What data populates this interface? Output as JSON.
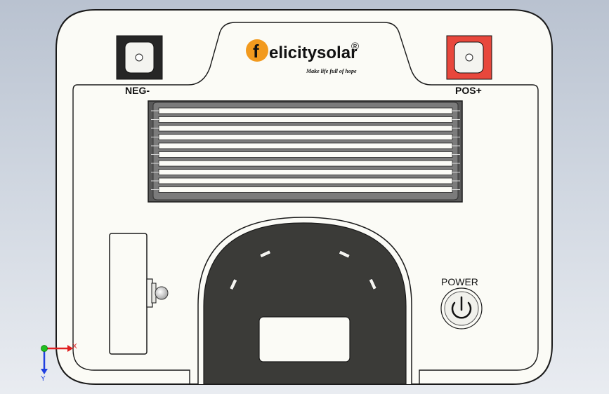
{
  "brand": {
    "first_letter": "f",
    "name_rest": "elicitysolar",
    "registered_mark": "®",
    "tagline": "Make life full of hope"
  },
  "terminals": {
    "negative_label": "NEG-",
    "positive_label": "POS+"
  },
  "power": {
    "label": "POWER"
  },
  "axis_triad": {
    "x_label": "X",
    "y_label": "Y"
  },
  "colors": {
    "panel": "#fbfbf6",
    "outline": "#1a1a1a",
    "neg_terminal": "#262626",
    "pos_terminal": "#e8473c",
    "logo_orange": "#f29a1e",
    "display_bezel": "#3b3b38",
    "axis_x": "#e02020",
    "axis_y": "#2040e0",
    "axis_origin": "#20c020"
  }
}
